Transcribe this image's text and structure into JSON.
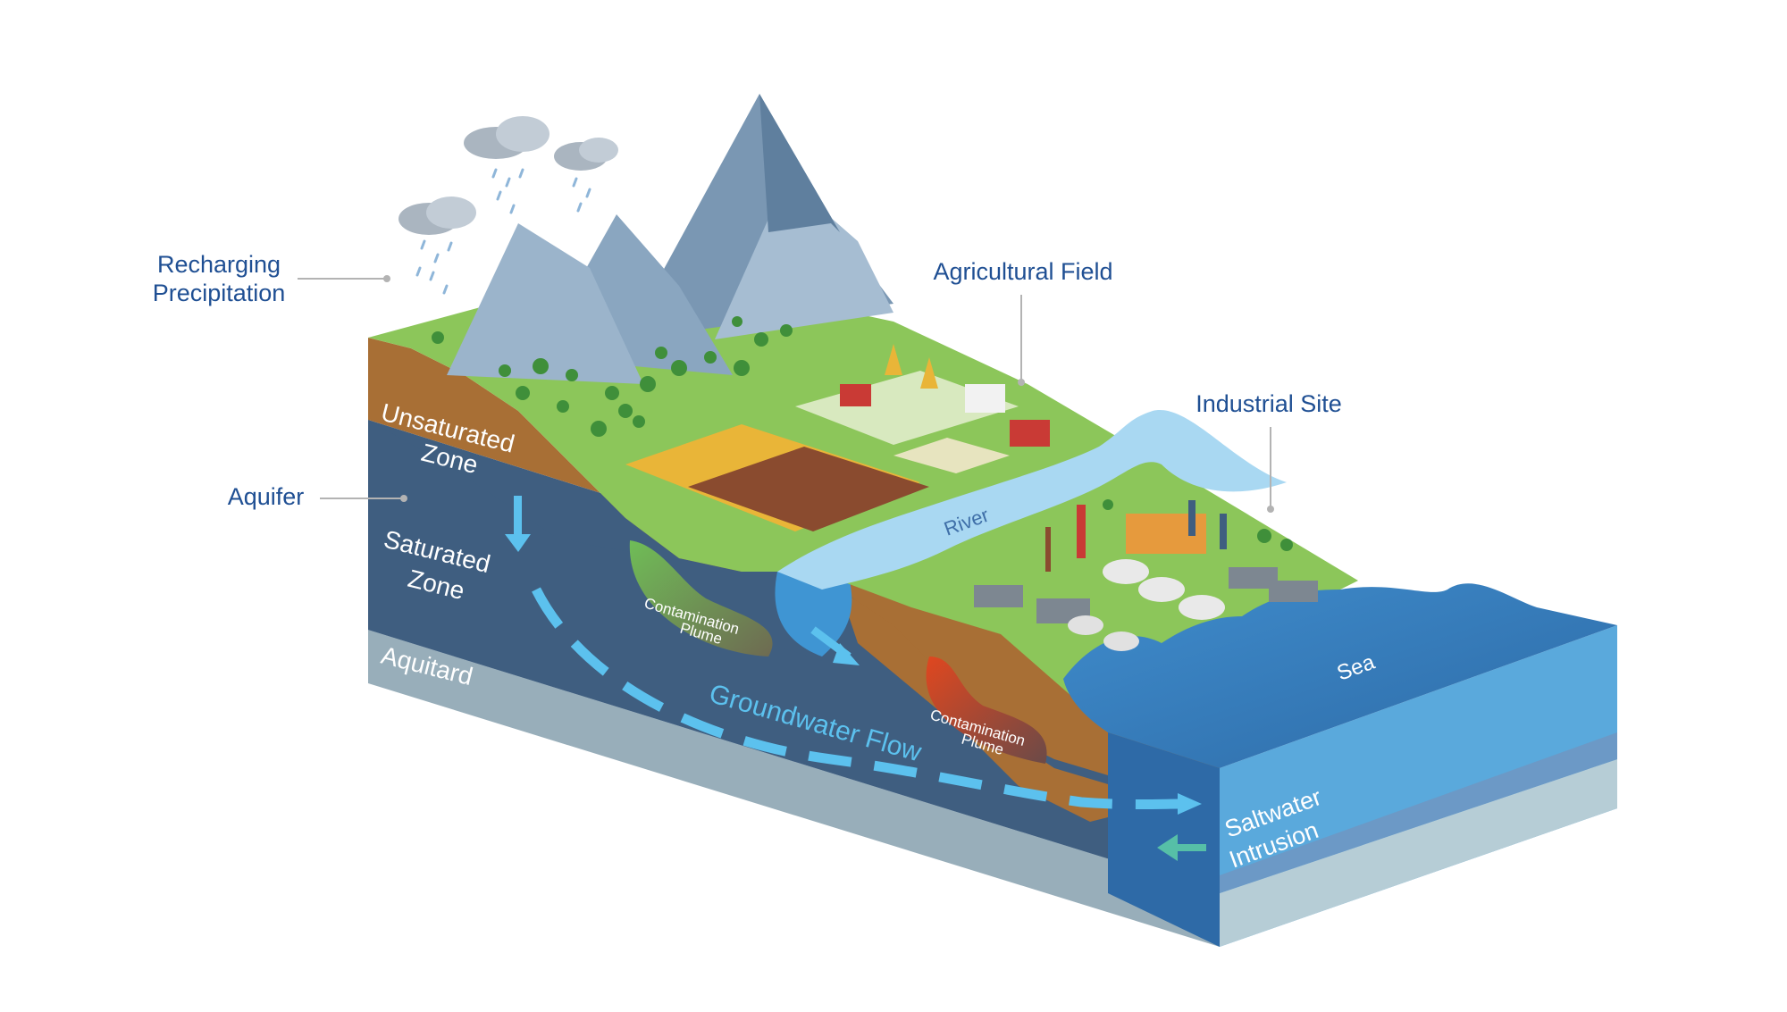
{
  "callouts": {
    "precipitation_line1": "Recharging",
    "precipitation_line2": "Precipitation",
    "agricultural": "Agricultural Field",
    "industrial": "Industrial Site",
    "aquifer": "Aquifer"
  },
  "layers": {
    "unsaturated_line1": "Unsaturated",
    "unsaturated_line2": "Zone",
    "saturated_line1": "Saturated",
    "saturated_line2": "Zone",
    "aquitard": "Aquitard"
  },
  "features": {
    "river": "River",
    "sea": "Sea",
    "groundwater_flow": "Groundwater Flow",
    "plume_line1": "Contamination",
    "plume_line2": "Plume",
    "saltwater_line1": "Saltwater",
    "saltwater_line2": "Intrusion"
  },
  "colors": {
    "grass": "#8cc65a",
    "soil": "#a86f35",
    "aquifer": "#3f5e80",
    "aquitard": "#98aeba",
    "water": "#5aa9dc",
    "label": "#1f4f93",
    "flow": "#5cc1ee",
    "plume_green": "#6fbd57",
    "plume_red": "#d64628"
  }
}
